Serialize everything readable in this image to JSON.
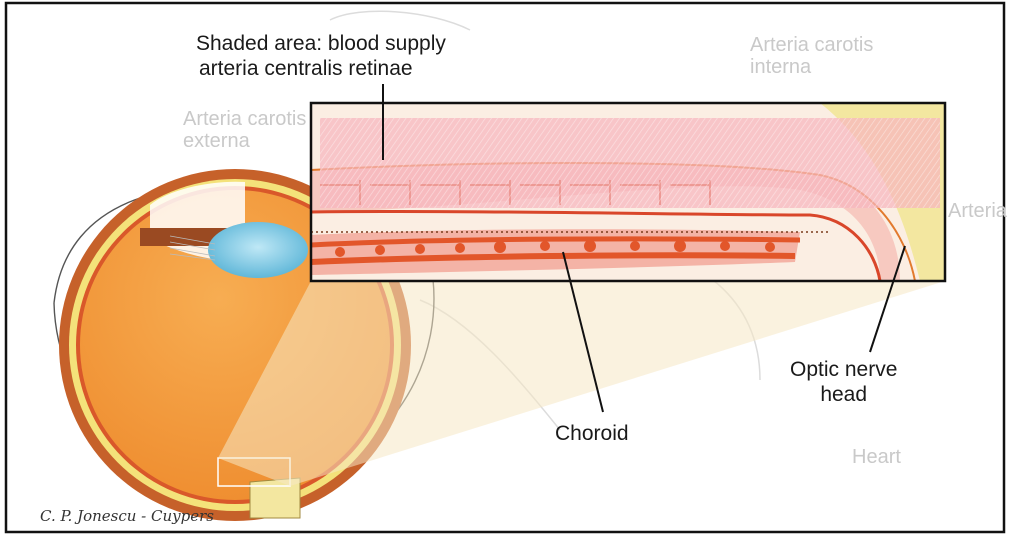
{
  "colors": {
    "frame": "#111111",
    "sclera": "#c6612a",
    "retina_yellow": "#f4e27a",
    "vitreous": "#f39a3c",
    "lens": "#6cc1dd",
    "shaded_area": "#f6b6be",
    "choroid_red": "#e2562a",
    "nerve_yellow": "#f3e7a0",
    "ghost_text": "#c9c9c9"
  },
  "labels": {
    "shaded_area_line1": "Shaded area: blood supply",
    "shaded_area_line2": "arteria centralis retinae",
    "choroid": "Choroid",
    "optic_nerve_line1": "Optic nerve",
    "optic_nerve_line2": "head"
  },
  "background_text": {
    "carotis_interna_1": "Arteria carotis",
    "carotis_interna_2": "interna",
    "carotis_externa_1": "Arteria carotis",
    "carotis_externa_2": "externa",
    "arteria_partial": "Arteria",
    "heart": "Heart"
  },
  "signature": "C. P. Jonescu - Cuypers",
  "icons": {
    "eye_cross_section": "eye-cross-section-icon",
    "magnified_retina": "magnified-retina-icon"
  }
}
